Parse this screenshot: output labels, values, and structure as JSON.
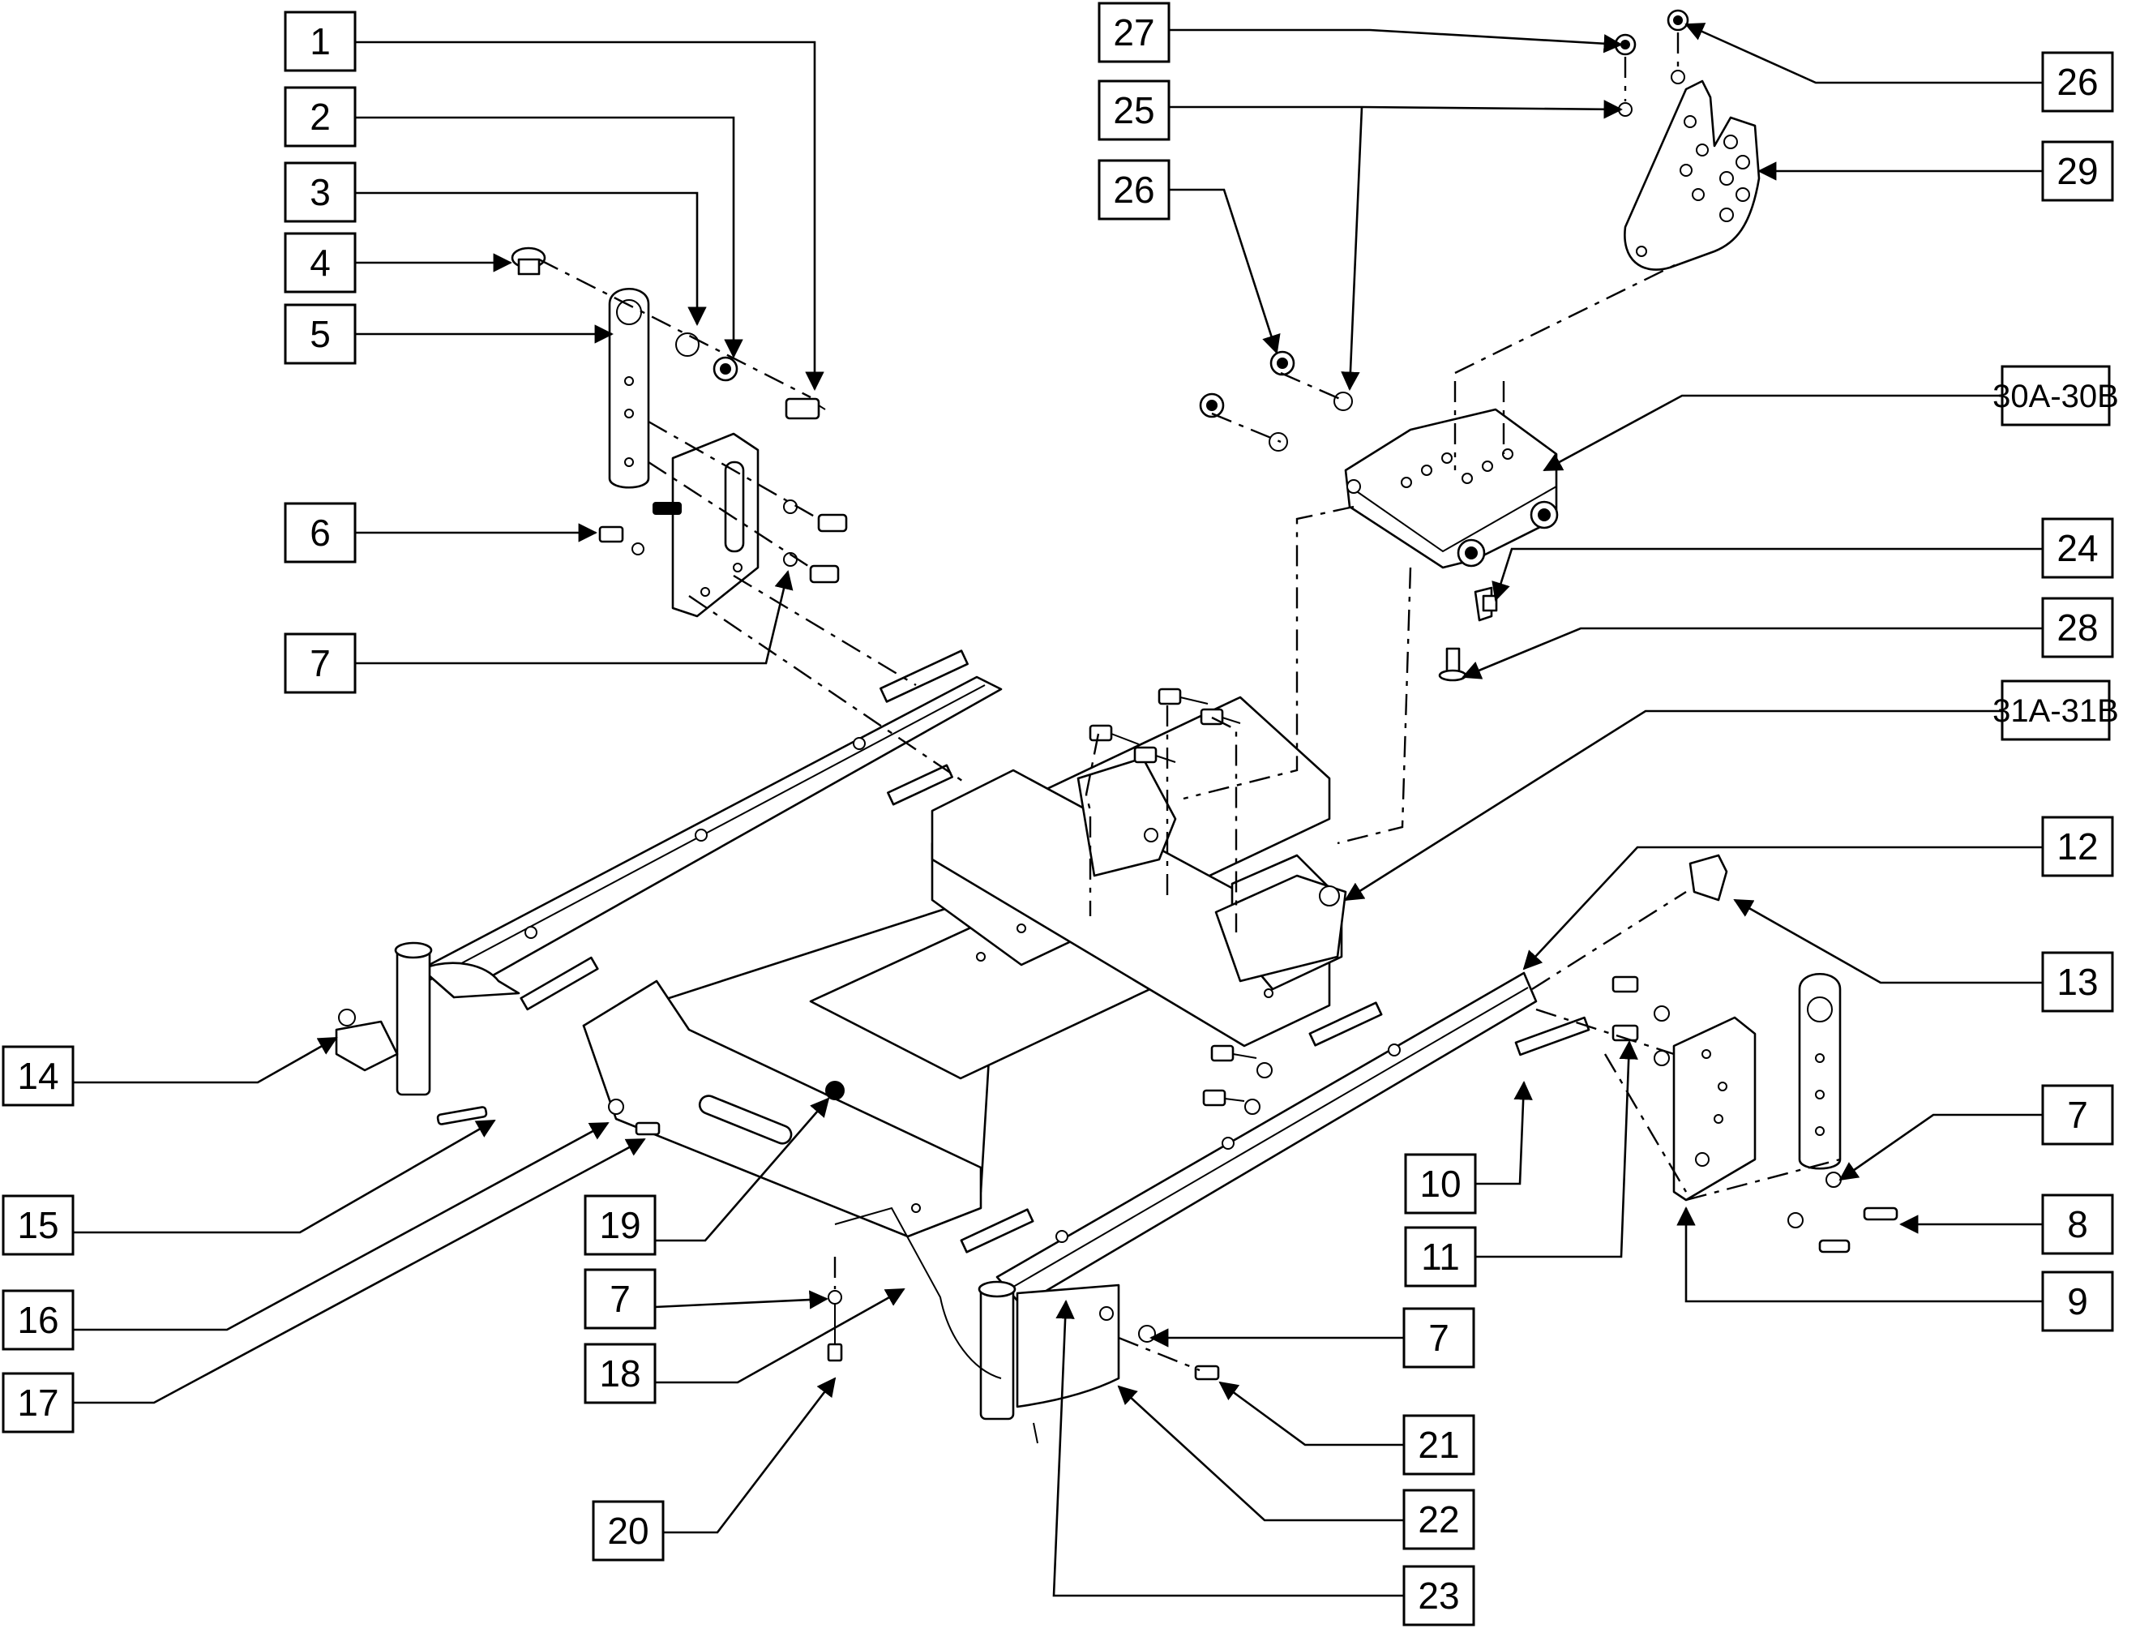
{
  "callouts": [
    {
      "id": "c1",
      "label": "1"
    },
    {
      "id": "c2",
      "label": "2"
    },
    {
      "id": "c3",
      "label": "3"
    },
    {
      "id": "c4",
      "label": "4"
    },
    {
      "id": "c5",
      "label": "5"
    },
    {
      "id": "c6",
      "label": "6"
    },
    {
      "id": "c7a",
      "label": "7"
    },
    {
      "id": "c14",
      "label": "14"
    },
    {
      "id": "c15",
      "label": "15"
    },
    {
      "id": "c16",
      "label": "16"
    },
    {
      "id": "c17",
      "label": "17"
    },
    {
      "id": "c19",
      "label": "19"
    },
    {
      "id": "c7b",
      "label": "7"
    },
    {
      "id": "c18",
      "label": "18"
    },
    {
      "id": "c20",
      "label": "20"
    },
    {
      "id": "c27",
      "label": "27"
    },
    {
      "id": "c25",
      "label": "25"
    },
    {
      "id": "c26a",
      "label": "26"
    },
    {
      "id": "c26b",
      "label": "26"
    },
    {
      "id": "c29",
      "label": "29"
    },
    {
      "id": "c30",
      "label": "30A-30B"
    },
    {
      "id": "c24",
      "label": "24"
    },
    {
      "id": "c28",
      "label": "28"
    },
    {
      "id": "c31",
      "label": "31A-31B"
    },
    {
      "id": "c12",
      "label": "12"
    },
    {
      "id": "c13",
      "label": "13"
    },
    {
      "id": "c7c",
      "label": "7"
    },
    {
      "id": "c8",
      "label": "8"
    },
    {
      "id": "c9",
      "label": "9"
    },
    {
      "id": "c10",
      "label": "10"
    },
    {
      "id": "c11",
      "label": "11"
    },
    {
      "id": "c7d",
      "label": "7"
    },
    {
      "id": "c21",
      "label": "21"
    },
    {
      "id": "c22",
      "label": "22"
    },
    {
      "id": "c23",
      "label": "23"
    }
  ]
}
